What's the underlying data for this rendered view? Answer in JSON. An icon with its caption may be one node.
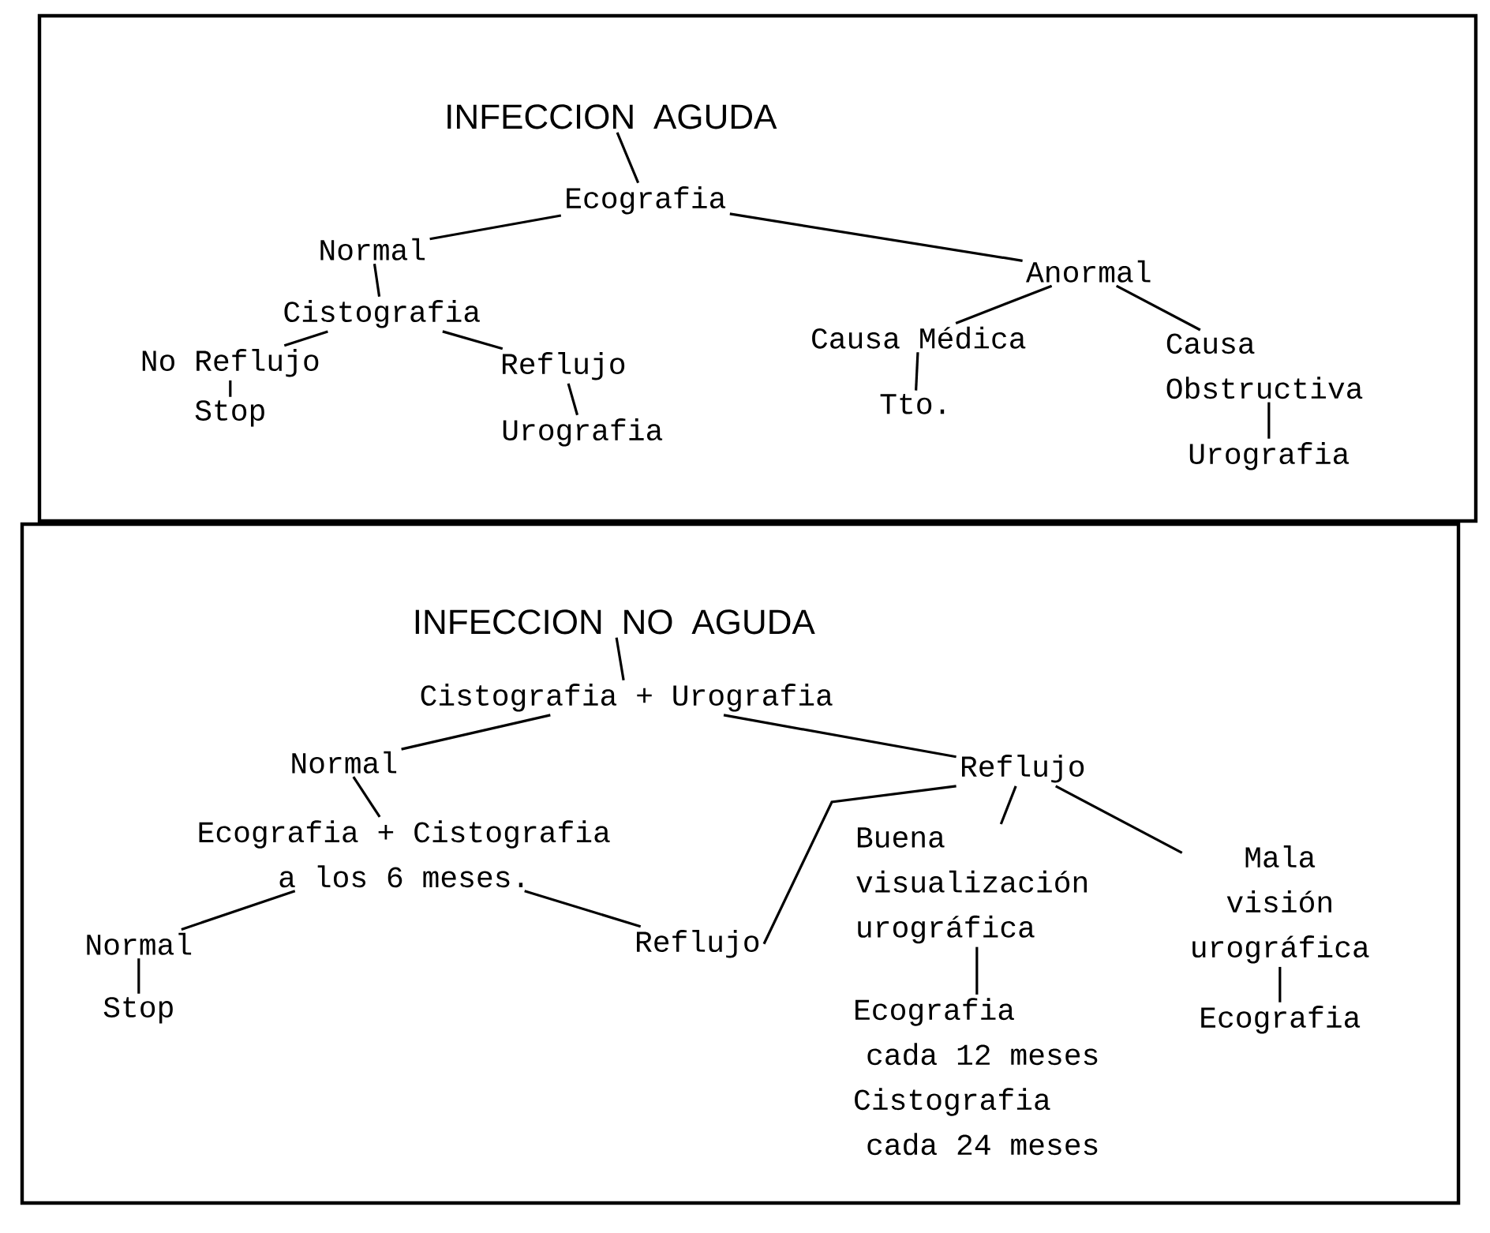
{
  "diagram": {
    "nodes": [
      {
        "text": [],
        "shape": "box"
      },
      {
        "text": [
          "INFECCION AGUDA"
        ],
        "in": 0
      },
      {
        "text": [
          "Ecografia"
        ],
        "in": 0
      },
      {
        "text": [
          "Normal"
        ],
        "in": 0
      },
      {
        "text": [
          "Cistografia"
        ],
        "in": 0
      },
      {
        "text": [
          "No Reflujo"
        ],
        "in": 0
      },
      {
        "text": [
          "Stop"
        ],
        "in": 0
      },
      {
        "text": [
          "Reflujo"
        ],
        "in": 0
      },
      {
        "text": [
          "Urografia"
        ],
        "in": 0
      },
      {
        "text": [
          "Anormal"
        ],
        "in": 0
      },
      {
        "text": [
          "Causa Médica"
        ],
        "in": 0
      },
      {
        "text": [
          "Tto."
        ],
        "in": 0
      },
      {
        "text": [
          "Causa Obstructiva"
        ],
        "in": 0
      },
      {
        "text": [
          "Urografia"
        ],
        "in": 0
      },
      {
        "text": [],
        "shape": "box"
      },
      {
        "text": [
          "INFECCION NO AGUDA"
        ],
        "in": 14
      },
      {
        "text": [
          "Cistografia + Urografia"
        ],
        "in": 14
      },
      {
        "text": [
          "Normal"
        ],
        "in": 14
      },
      {
        "text": [
          "Ecografia + Cistografia a los 6 meses."
        ],
        "in": 14
      },
      {
        "text": [
          "Normal"
        ],
        "in": 14
      },
      {
        "text": [
          "Stop"
        ],
        "in": 14
      },
      {
        "text": [
          "Reflujo"
        ],
        "in": 14
      },
      {
        "text": [
          "Reflujo"
        ],
        "in": 14
      },
      {
        "text": [
          "Buena visualización urográfica"
        ],
        "in": 14
      },
      {
        "text": [
          "Ecografia cada 12 meses",
          "Cistografia cada 24 meses"
        ],
        "in": 14
      },
      {
        "text": [
          "Mala visión urográfica"
        ],
        "in": 14
      },
      {
        "text": [
          "Ecografia"
        ],
        "in": 14
      }
    ],
    "edges": [
      {
        "from": 1,
        "to": 2,
        "arrow": "none"
      },
      {
        "from": 2,
        "to": 3,
        "arrow": "none"
      },
      {
        "from": 2,
        "to": 9,
        "arrow": "none"
      },
      {
        "from": 3,
        "to": 4,
        "arrow": "none"
      },
      {
        "from": 4,
        "to": 5,
        "arrow": "none"
      },
      {
        "from": 4,
        "to": 7,
        "arrow": "none"
      },
      {
        "from": 5,
        "to": 6,
        "arrow": "none"
      },
      {
        "from": 7,
        "to": 8,
        "arrow": "none"
      },
      {
        "from": 9,
        "to": 10,
        "arrow": "none"
      },
      {
        "from": 9,
        "to": 12,
        "arrow": "none"
      },
      {
        "from": 10,
        "to": 11,
        "arrow": "none"
      },
      {
        "from": 12,
        "to": 13,
        "arrow": "none"
      },
      {
        "from": 15,
        "to": 16,
        "arrow": "none"
      },
      {
        "from": 16,
        "to": 17,
        "arrow": "none"
      },
      {
        "from": 16,
        "to": 22,
        "arrow": "none"
      },
      {
        "from": 17,
        "to": 18,
        "arrow": "none"
      },
      {
        "from": 18,
        "to": 19,
        "arrow": "none"
      },
      {
        "from": 18,
        "to": 21,
        "arrow": "none"
      },
      {
        "from": 19,
        "to": 20,
        "arrow": "none"
      },
      {
        "from": 21,
        "to": 22,
        "arrow": "none"
      },
      {
        "from": 22,
        "to": 23,
        "arrow": "none"
      },
      {
        "from": 22,
        "to": 25,
        "arrow": "none"
      },
      {
        "from": 23,
        "to": 24,
        "arrow": "none"
      },
      {
        "from": 25,
        "to": 26,
        "arrow": "none"
      }
    ]
  }
}
